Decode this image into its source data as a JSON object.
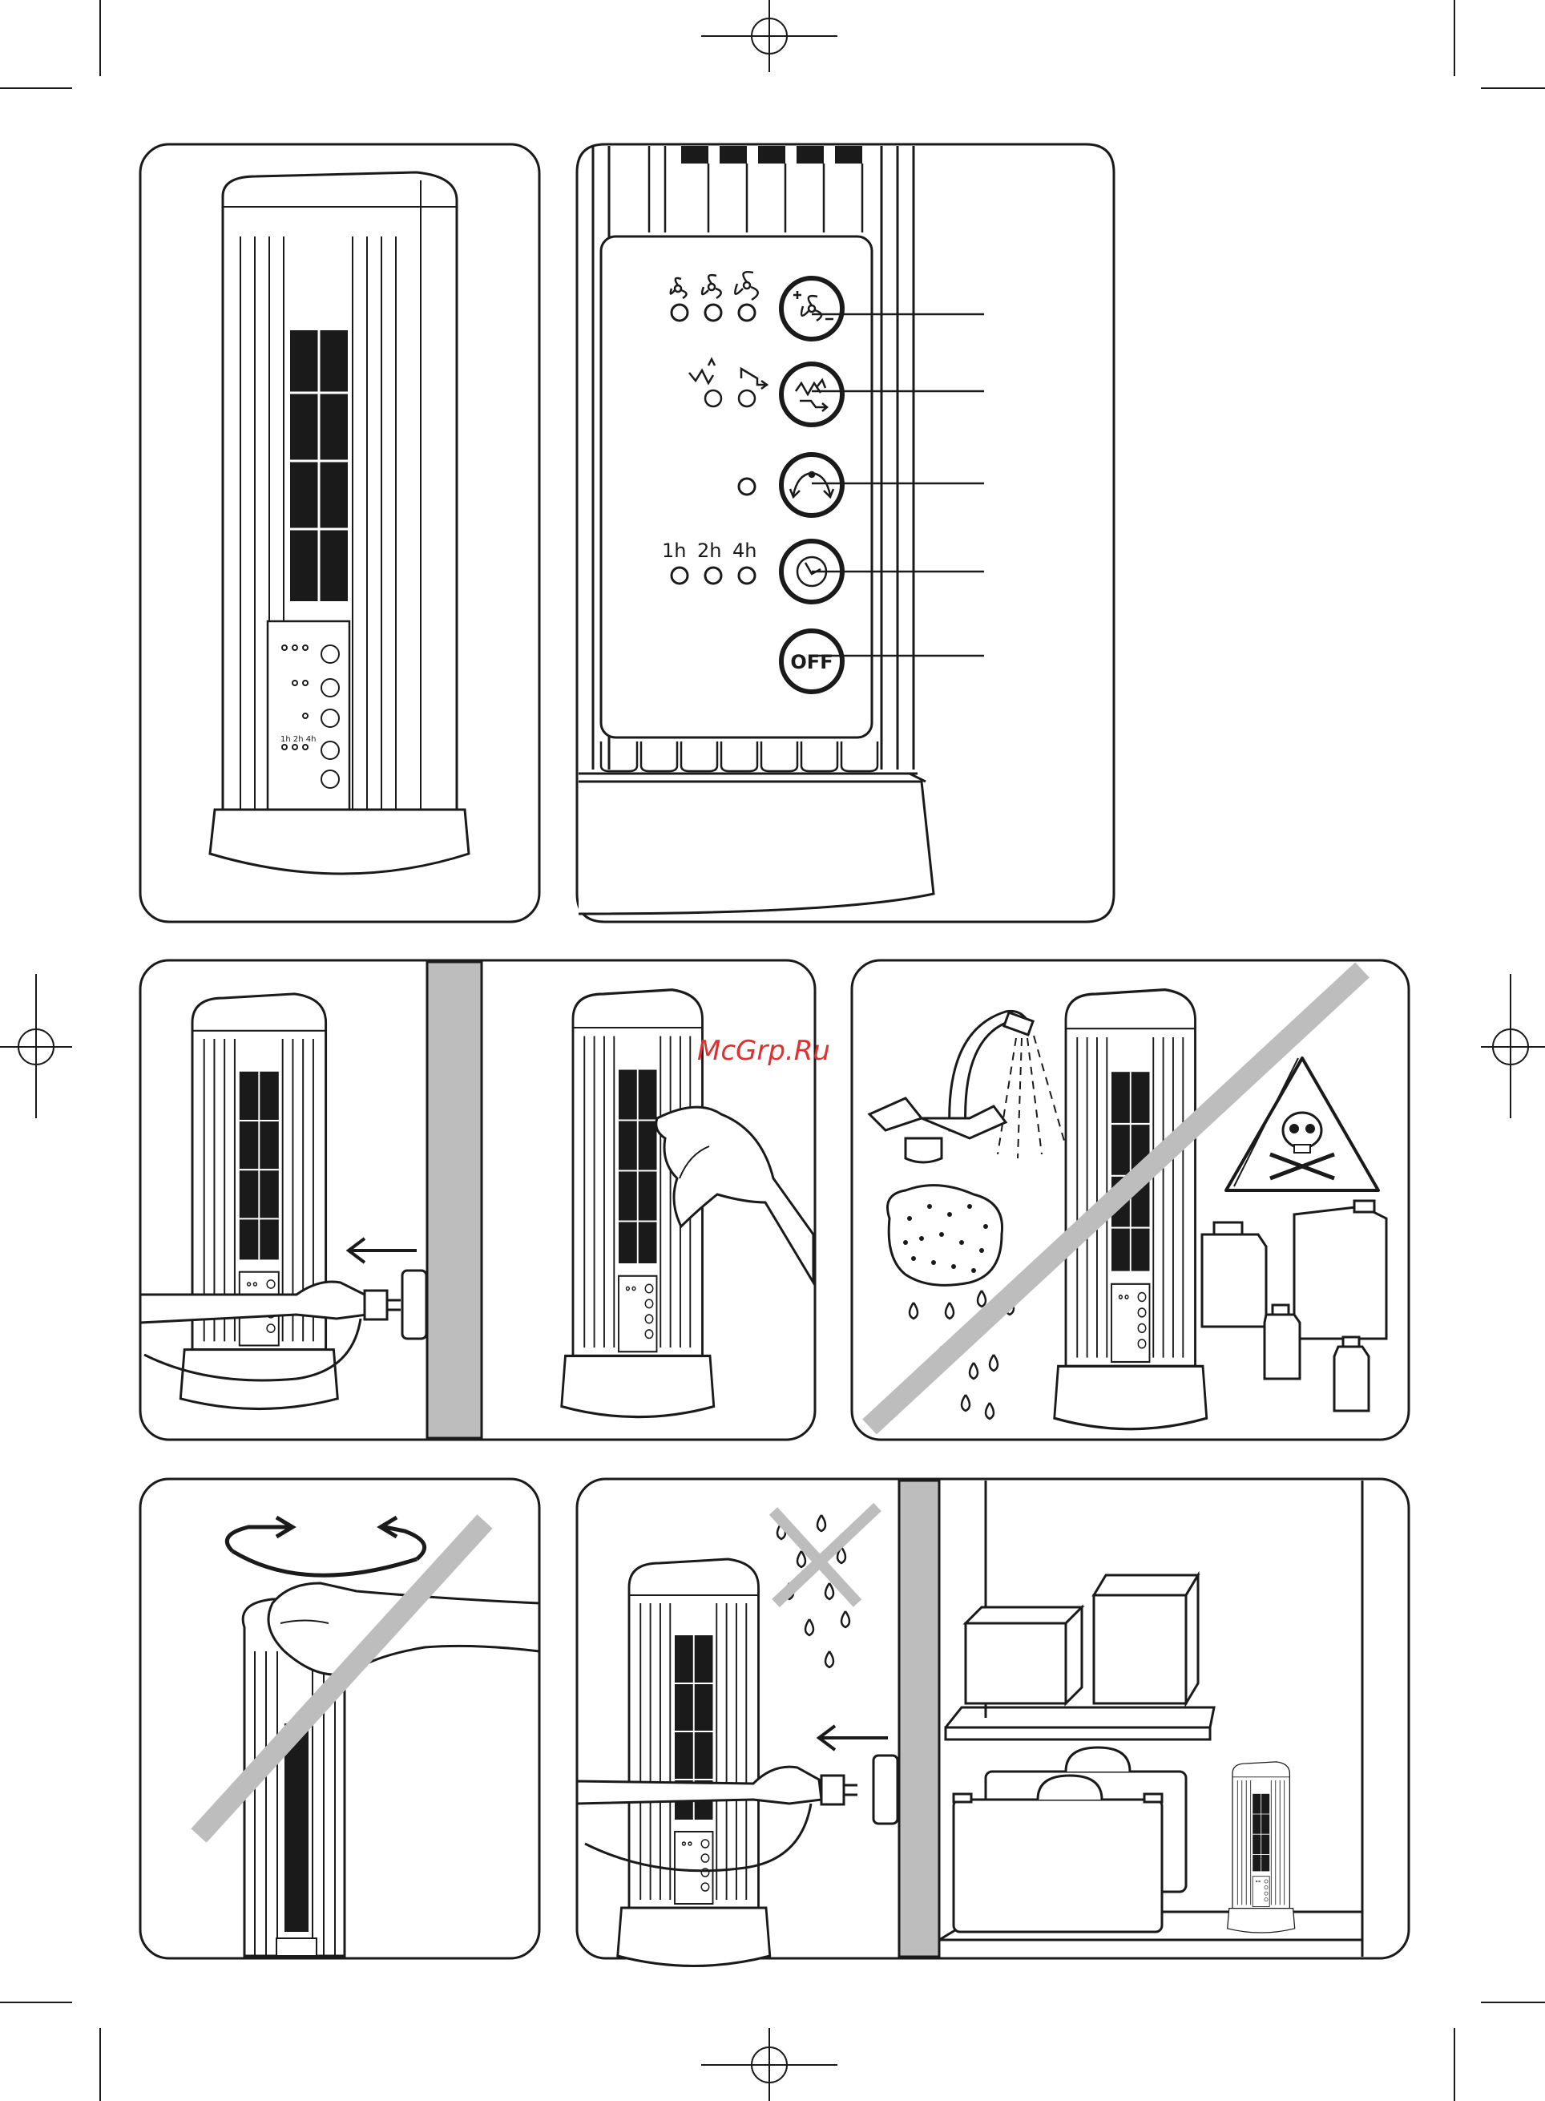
{
  "watermark": "McGrp.Ru",
  "control_panel": {
    "timer_labels": [
      "1h",
      "2h",
      "4h"
    ],
    "off_label": "OFF"
  },
  "colors": {
    "ink": "#1a1a1a",
    "divider_strip": "#bdbdbd",
    "watermark": "#e03030"
  },
  "icons": {
    "speed": "fan-speed-icon",
    "mode": "wind-mode-icon",
    "oscillation": "oscillation-icon",
    "timer": "clock-icon",
    "off": "off-icon",
    "prohibited": "cross-out-icon",
    "poison": "skull-crossbones-icon"
  }
}
